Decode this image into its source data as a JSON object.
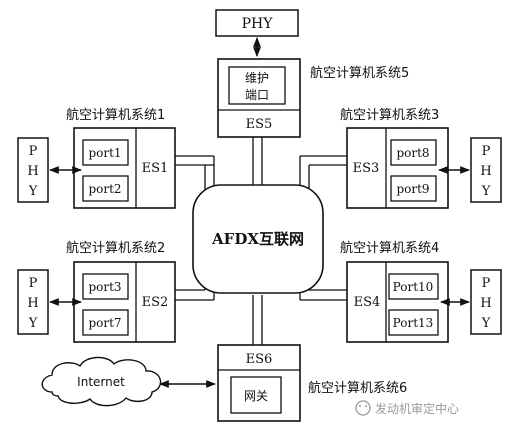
{
  "center": {
    "label": "AFDX互联网"
  },
  "systems": {
    "sys1": {
      "caption": "航空计算机系统1",
      "es": "ES1",
      "ports": [
        "port1",
        "port2"
      ]
    },
    "sys2": {
      "caption": "航空计算机系统2",
      "es": "ES2",
      "ports": [
        "port3",
        "port7"
      ]
    },
    "sys3": {
      "caption": "航空计算机系统3",
      "es": "ES3",
      "ports": [
        "port8",
        "port9"
      ]
    },
    "sys4": {
      "caption": "航空计算机系统4",
      "es": "ES4",
      "ports": [
        "Port10",
        "Port13"
      ]
    },
    "sys5": {
      "caption": "航空计算机系统5",
      "es": "ES5",
      "port_lines": [
        "维护",
        "端口"
      ]
    },
    "sys6": {
      "caption": "航空计算机系统6",
      "es": "ES6",
      "port": "网关"
    }
  },
  "phy": {
    "top": "PHY",
    "left_upper": [
      "P",
      "H",
      "Y"
    ],
    "left_lower": [
      "P",
      "H",
      "Y"
    ],
    "right_upper": [
      "P",
      "H",
      "Y"
    ],
    "right_lower": [
      "P",
      "H",
      "Y"
    ]
  },
  "internet": {
    "label": "Internet"
  },
  "watermark": {
    "text": "发动机审定中心"
  },
  "colors": {
    "line": "#111111",
    "background": "#ffffff",
    "watermark": "#9a9a9a"
  }
}
